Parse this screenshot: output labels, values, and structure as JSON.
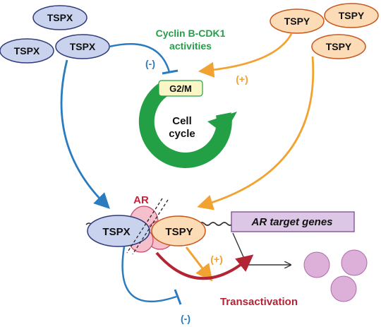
{
  "nodes": {
    "tspx_top": "TSPX",
    "tspx_left": "TSPX",
    "tspx_mid": "TSPX",
    "tspy_left": "TSPY",
    "tspy_right": "TSPY",
    "tspy_bottom": "TSPY",
    "tspx_complex": "TSPX",
    "tspy_complex": "TSPY",
    "ar": "AR"
  },
  "cell_cycle": {
    "phase": "G2/M",
    "label_line1": "Cell",
    "label_line2": "cycle"
  },
  "cyclin": {
    "line1": "Cyclin B-CDK1",
    "line2": "activities"
  },
  "signs": {
    "top_inhibit": "(-)",
    "top_activate": "(+)",
    "bottom_activate": "(+)",
    "bottom_inhibit": "(-)"
  },
  "target_genes": "AR target genes",
  "transactivation": "Transactivation",
  "colors": {
    "tspx_fill": "#c9d3ee",
    "tspy_fill": "#fcdcb7",
    "blue_arrow": "#2b7bbf",
    "orange_arrow": "#f2a230",
    "green": "#23a046",
    "dark_red": "#b32534",
    "ar_fill": "#f6bfcc",
    "target_box": "#ddc7e6",
    "proteins": "#ddb0da"
  }
}
